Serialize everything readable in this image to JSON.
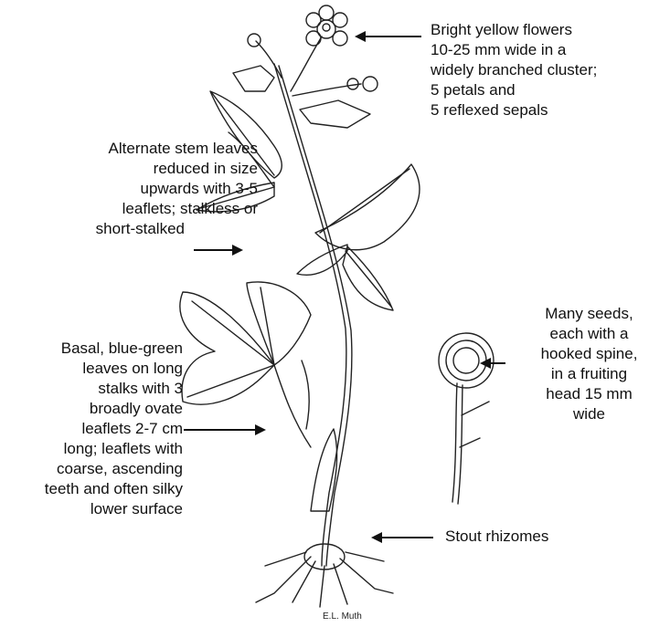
{
  "labels": {
    "flowers": [
      "Bright yellow flowers",
      "10-25 mm wide in a",
      "widely branched cluster;",
      "5 petals and",
      "5 reflexed sepals"
    ],
    "stem_leaves": [
      "Alternate stem leaves",
      "reduced in size",
      "upwards with 3-5",
      "leaflets; stalkless or",
      "short-stalked"
    ],
    "basal_leaves": [
      "Basal, blue-green",
      "leaves on long",
      "stalks with 3",
      "broadly ovate",
      "leaflets 2-7 cm",
      "long; leaflets with",
      "coarse, ascending",
      "teeth and often silky",
      "lower surface"
    ],
    "seeds": [
      "Many seeds,",
      "each with a",
      "hooked spine,",
      "in a fruiting",
      "head 15 mm",
      "wide"
    ],
    "rhizomes": [
      "Stout rhizomes"
    ]
  },
  "credit": "E.L. Muth",
  "colors": {
    "ink": "#222222",
    "background": "#ffffff"
  }
}
